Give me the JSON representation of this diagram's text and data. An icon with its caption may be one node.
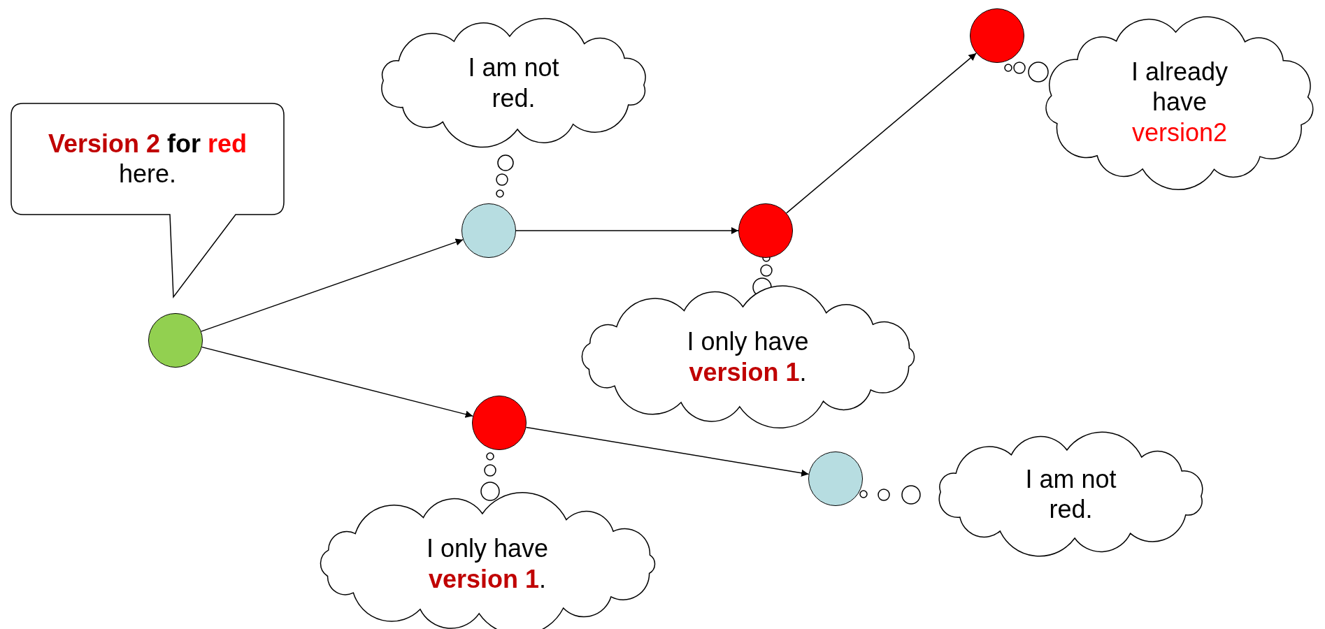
{
  "diagram": {
    "nodes": [
      {
        "text": [
          "**Version 2** **for** **red** here."
        ]
      },
      {
        "text": [
          "I am not red."
        ]
      },
      {
        "text": [
          "I already have",
          "version2"
        ]
      },
      {
        "text": [],
        "shape": "circle"
      },
      {
        "text": [],
        "shape": "circle"
      },
      {
        "text": [],
        "shape": "circle"
      },
      {
        "text": [],
        "shape": "circle"
      },
      {
        "text": [
          "I only have **version 1**."
        ]
      },
      {
        "text": [],
        "shape": "circle"
      },
      {
        "text": [],
        "shape": "circle"
      },
      {
        "text": [
          "I am not red."
        ]
      },
      {
        "text": [
          "I only have **version 1**."
        ]
      }
    ],
    "edges": [
      {
        "from": 3,
        "to": 4,
        "arrow": "to"
      },
      {
        "from": 4,
        "to": 5,
        "arrow": "to"
      },
      {
        "from": 5,
        "to": 6,
        "arrow": "to"
      },
      {
        "from": 3,
        "to": 8,
        "arrow": "to"
      },
      {
        "from": 8,
        "to": 9,
        "arrow": "to"
      }
    ]
  }
}
